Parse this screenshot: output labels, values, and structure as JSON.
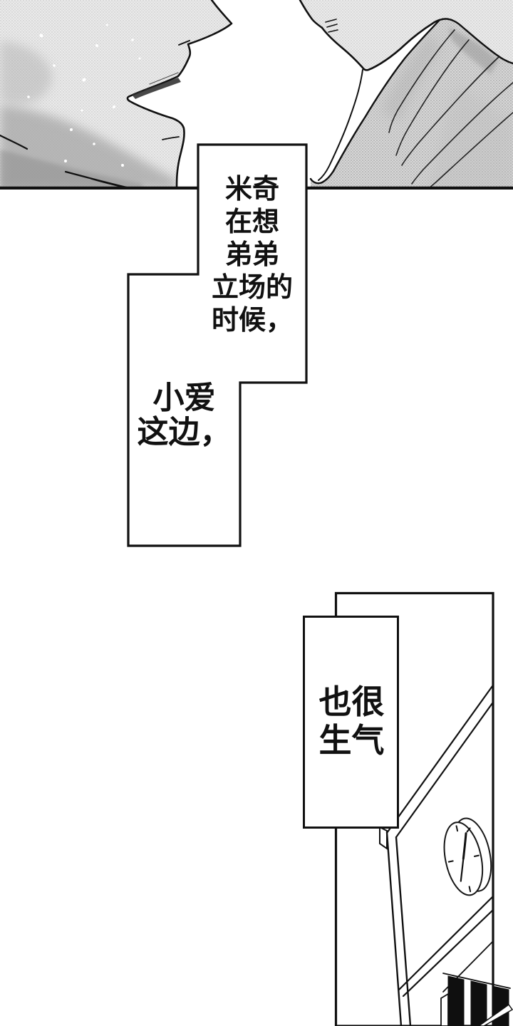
{
  "colors": {
    "ink": "#111111",
    "paper": "#ffffff",
    "tone_light_base": "#ebebeb",
    "tone_light_dot": "#cccccc",
    "tone_mid_base": "#d7d7d7",
    "tone_mid_dot": "#b0b0b0",
    "tone_dark_base": "#b5b5b5",
    "tone_dark_dot": "#8e8e8e",
    "window_pane": "#0f0f0f"
  },
  "bubbles": {
    "bubble1": {
      "lines": [
        "米奇",
        "在想",
        "弟弟",
        "立场的",
        "时候，"
      ]
    },
    "bubble2": {
      "lines": [
        "小爱",
        "这边，"
      ]
    },
    "bubble3": {
      "lines": [
        "也很",
        "生气"
      ]
    }
  }
}
